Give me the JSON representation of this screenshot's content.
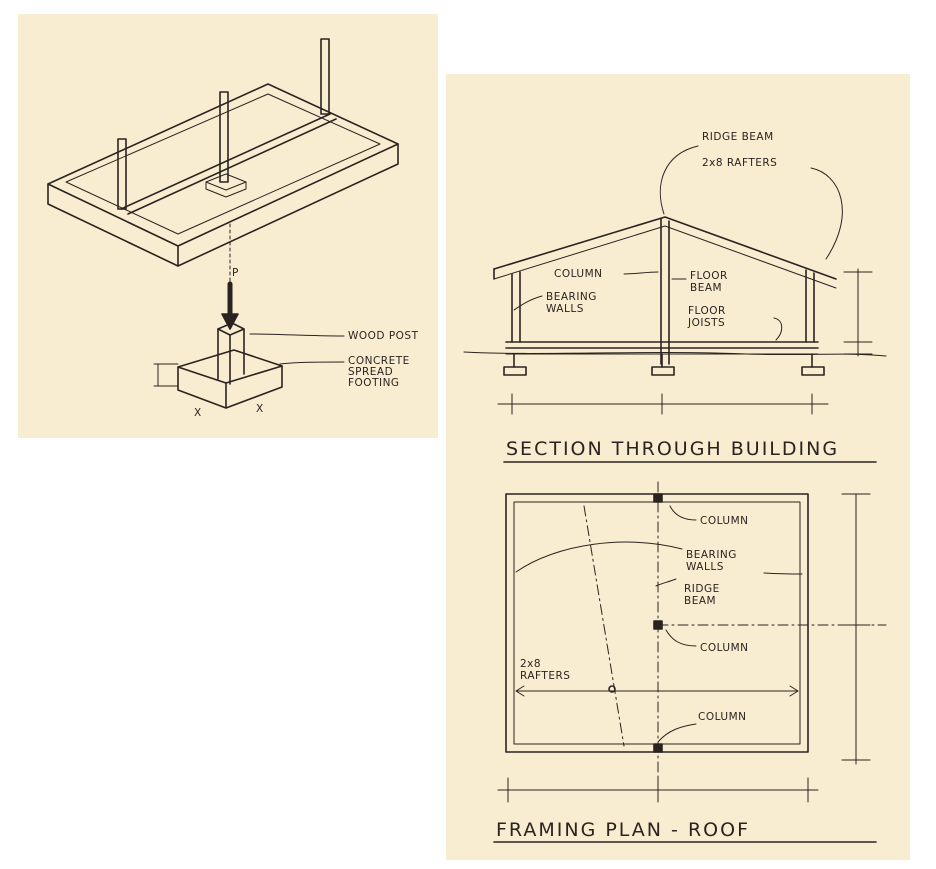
{
  "left_drawing": {
    "load_label": "P",
    "wood_post": "WOOD POST",
    "footing_line1": "CONCRETE",
    "footing_line2": "SPREAD",
    "footing_line3": "FOOTING",
    "dim_x1": "X",
    "dim_x2": "X"
  },
  "section": {
    "ridge_beam": "RIDGE BEAM",
    "rafters": "2x8 RAFTERS",
    "column": "COLUMN",
    "bearing_1": "BEARING",
    "bearing_2": "WALLS",
    "floor_beam_1": "FLOOR",
    "floor_beam_2": "BEAM",
    "floor_joists_1": "FLOOR",
    "floor_joists_2": "JOISTS",
    "title": "SECTION THROUGH BUILDING"
  },
  "plan": {
    "column_top": "COLUMN",
    "bearing_1": "BEARING",
    "bearing_2": "WALLS",
    "ridge_1": "RIDGE",
    "ridge_2": "BEAM",
    "column_mid": "COLUMN",
    "rafters_1": "2x8",
    "rafters_2": "RAFTERS",
    "column_bottom": "COLUMN",
    "title": "FRAMING PLAN - ROOF"
  },
  "colors": {
    "paper": "#f8edd0",
    "ink": "#2b2320"
  }
}
